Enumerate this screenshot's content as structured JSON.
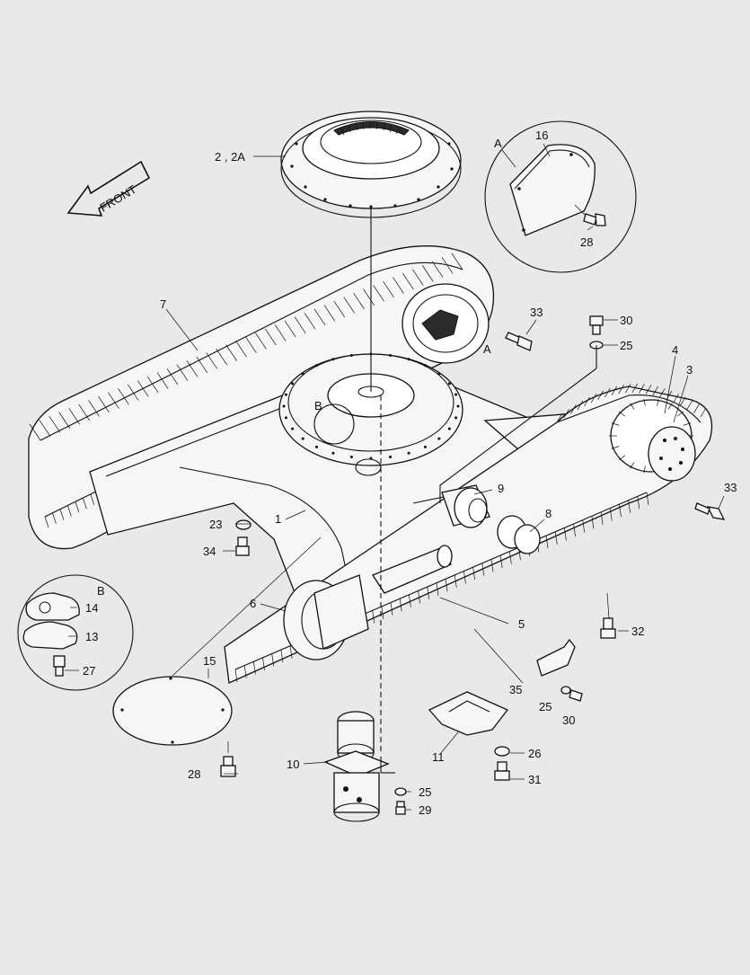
{
  "front_label": "FRONT",
  "callouts": [
    {
      "id": "c-2-2a",
      "text": "2 , 2A"
    },
    {
      "id": "c-16",
      "text": "16"
    },
    {
      "id": "c-a-top",
      "text": "A"
    },
    {
      "id": "c-28-top",
      "text": "28"
    },
    {
      "id": "c-7",
      "text": "7"
    },
    {
      "id": "c-33-top",
      "text": "33"
    },
    {
      "id": "c-a-drive",
      "text": "A"
    },
    {
      "id": "c-30-top",
      "text": "30"
    },
    {
      "id": "c-25-top",
      "text": "25"
    },
    {
      "id": "c-4",
      "text": "4"
    },
    {
      "id": "c-3",
      "text": "3"
    },
    {
      "id": "c-b-center",
      "text": "B"
    },
    {
      "id": "c-9",
      "text": "9"
    },
    {
      "id": "c-33-right",
      "text": "33"
    },
    {
      "id": "c-23",
      "text": "23"
    },
    {
      "id": "c-1",
      "text": "1"
    },
    {
      "id": "c-8",
      "text": "8"
    },
    {
      "id": "c-34",
      "text": "34"
    },
    {
      "id": "c-b-inset",
      "text": "B"
    },
    {
      "id": "c-14",
      "text": "14"
    },
    {
      "id": "c-6",
      "text": "6"
    },
    {
      "id": "c-5",
      "text": "5"
    },
    {
      "id": "c-32",
      "text": "32"
    },
    {
      "id": "c-13",
      "text": "13"
    },
    {
      "id": "c-27",
      "text": "27"
    },
    {
      "id": "c-15",
      "text": "15"
    },
    {
      "id": "c-35",
      "text": "35"
    },
    {
      "id": "c-25-mid",
      "text": "25"
    },
    {
      "id": "c-30-mid",
      "text": "30"
    },
    {
      "id": "c-11",
      "text": "11"
    },
    {
      "id": "c-26",
      "text": "26"
    },
    {
      "id": "c-28-bottom",
      "text": "28"
    },
    {
      "id": "c-10",
      "text": "10"
    },
    {
      "id": "c-31",
      "text": "31"
    },
    {
      "id": "c-25-bottom",
      "text": "25"
    },
    {
      "id": "c-29",
      "text": "29"
    }
  ]
}
